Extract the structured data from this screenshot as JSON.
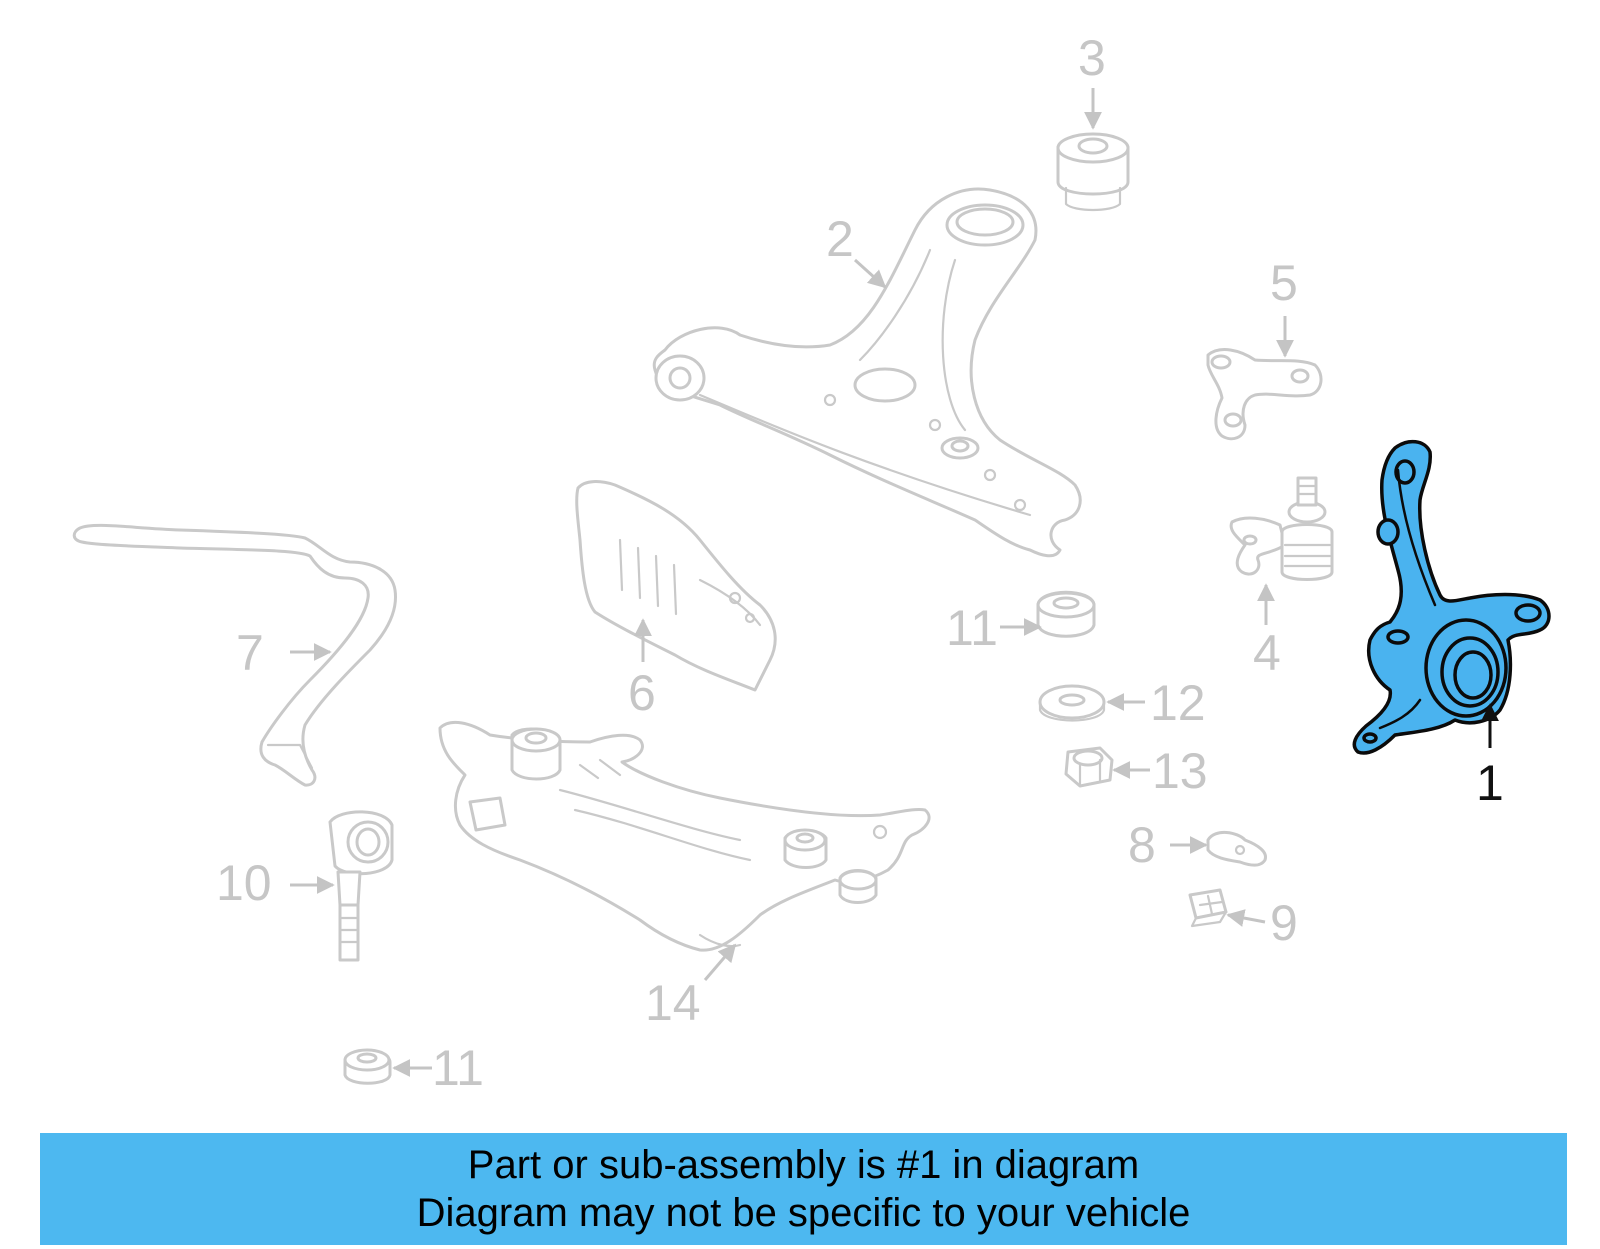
{
  "callouts": {
    "c1": "1",
    "c2": "2",
    "c3": "3",
    "c4": "4",
    "c5": "5",
    "c6": "6",
    "c7": "7",
    "c8": "8",
    "c9": "9",
    "c10": "10",
    "c11a": "11",
    "c11b": "11",
    "c12": "12",
    "c13": "13",
    "c14": "14"
  },
  "banner": {
    "line1": "Part or sub-assembly is #1 in diagram",
    "line2": "Diagram may not be specific to your vehicle"
  },
  "colors": {
    "highlight": "#4ab3ef",
    "banner": "#4db8f0",
    "ghost_stroke": "#c9c9c9"
  }
}
